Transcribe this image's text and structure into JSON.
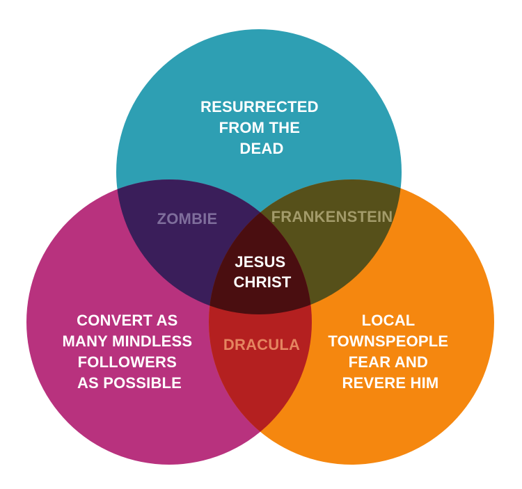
{
  "colors": {
    "top_circle": "#2E9FB3",
    "left_circle": "#B8327E",
    "right_circle": "#F5870F",
    "top_left_overlap": "#3A1E5A",
    "top_right_overlap": "#56501A",
    "left_right_overlap": "#B42020",
    "center_overlap": "#4A0E10",
    "white_text": "#FFFFFF",
    "zombie_text": "#7F6E9C",
    "frankenstein_text": "#A39B6A",
    "dracula_text": "#E58560"
  },
  "sets": {
    "top": [
      "RESURRECTED",
      "FROM THE",
      "DEAD"
    ],
    "left": [
      "CONVERT AS",
      "MANY MINDLESS",
      "FOLLOWERS",
      "AS POSSIBLE"
    ],
    "right": [
      "LOCAL",
      "TOWNSPEOPLE",
      "FEAR AND",
      "REVERE HIM"
    ]
  },
  "intersections": {
    "top_left": "ZOMBIE",
    "top_right": "FRANKENSTEIN",
    "left_right": "DRACULA",
    "center": [
      "JESUS",
      "CHRIST"
    ]
  }
}
